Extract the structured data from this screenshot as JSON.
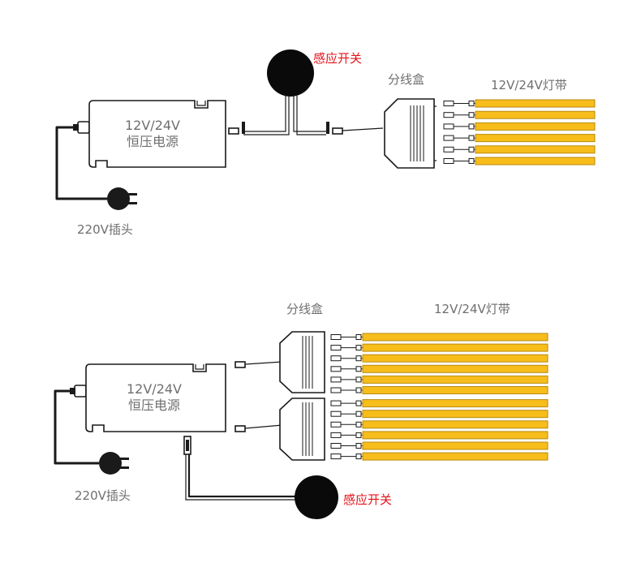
{
  "colors": {
    "label_gray": "#6f6f6f",
    "label_red": "#e4141b",
    "strip_fill": "#f7bd1b",
    "strip_edge": "#b98a0c",
    "line": "#1a1a1a",
    "sensor": "#0a0a0a"
  },
  "diagram_top": {
    "psu_line1": "12V/24V",
    "psu_line2": "恒压电源",
    "plug_label": "220V插头",
    "sensor_label": "感应开关",
    "box_label": "分线盒",
    "strip_label": "12V/24V灯带",
    "strip_count": 6
  },
  "diagram_bottom": {
    "psu_line1": "12V/24V",
    "psu_line2": "恒压电源",
    "plug_label": "220V插头",
    "sensor_label": "感应开关",
    "box_label": "分线盒",
    "strip_label": "12V/24V灯带",
    "strip_count": 12
  },
  "icons": [
    "plug-icon",
    "sensor-icon",
    "junction-box-icon",
    "led-strip-icon",
    "power-supply-icon"
  ]
}
